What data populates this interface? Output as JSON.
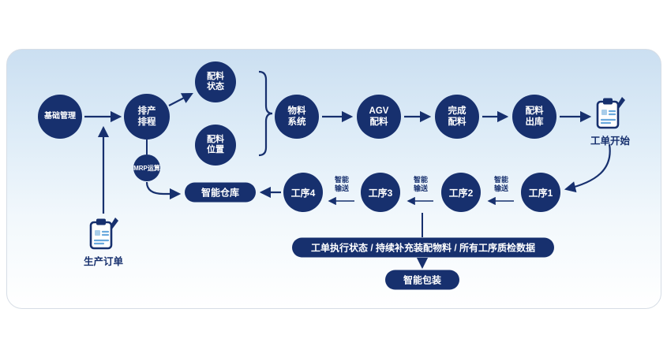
{
  "colors": {
    "primary": "#17306e",
    "panel_top": "#cbdff1",
    "panel_bottom": "#ffffff",
    "icon_line_blue": "#6aa9dd"
  },
  "nodes": {
    "basic": {
      "label": "基础管理"
    },
    "scheduling": {
      "line1": "排产",
      "line2": "排程"
    },
    "material_status": {
      "line1": "配料",
      "line2": "状态"
    },
    "material_position": {
      "line1": "配料",
      "line2": "位置"
    },
    "material_system": {
      "line1": "物料",
      "line2": "系统"
    },
    "agv": {
      "line1": "AGV",
      "line2": "配料"
    },
    "finish": {
      "line1": "完成",
      "line2": "配料"
    },
    "outbound": {
      "line1": "配料",
      "line2": "出库"
    },
    "mrp": {
      "label": "MRP运算"
    },
    "process1": {
      "label": "工序1"
    },
    "process2": {
      "label": "工序2"
    },
    "process3": {
      "label": "工序3"
    },
    "process4": {
      "label": "工序4"
    }
  },
  "boxes": {
    "warehouse": {
      "label": "智能仓库"
    },
    "status": {
      "label": "工单执行状态 / 持续补充装配物料 / 所有工序质检数据"
    },
    "packaging": {
      "label": "智能包装"
    }
  },
  "labels": {
    "work_order_start": "工单开始",
    "production_order": "生产订单",
    "conveyor_line1": "智能",
    "conveyor_line2": "输送"
  },
  "icons": {
    "clipboard": "clipboard-pencil-icon"
  }
}
